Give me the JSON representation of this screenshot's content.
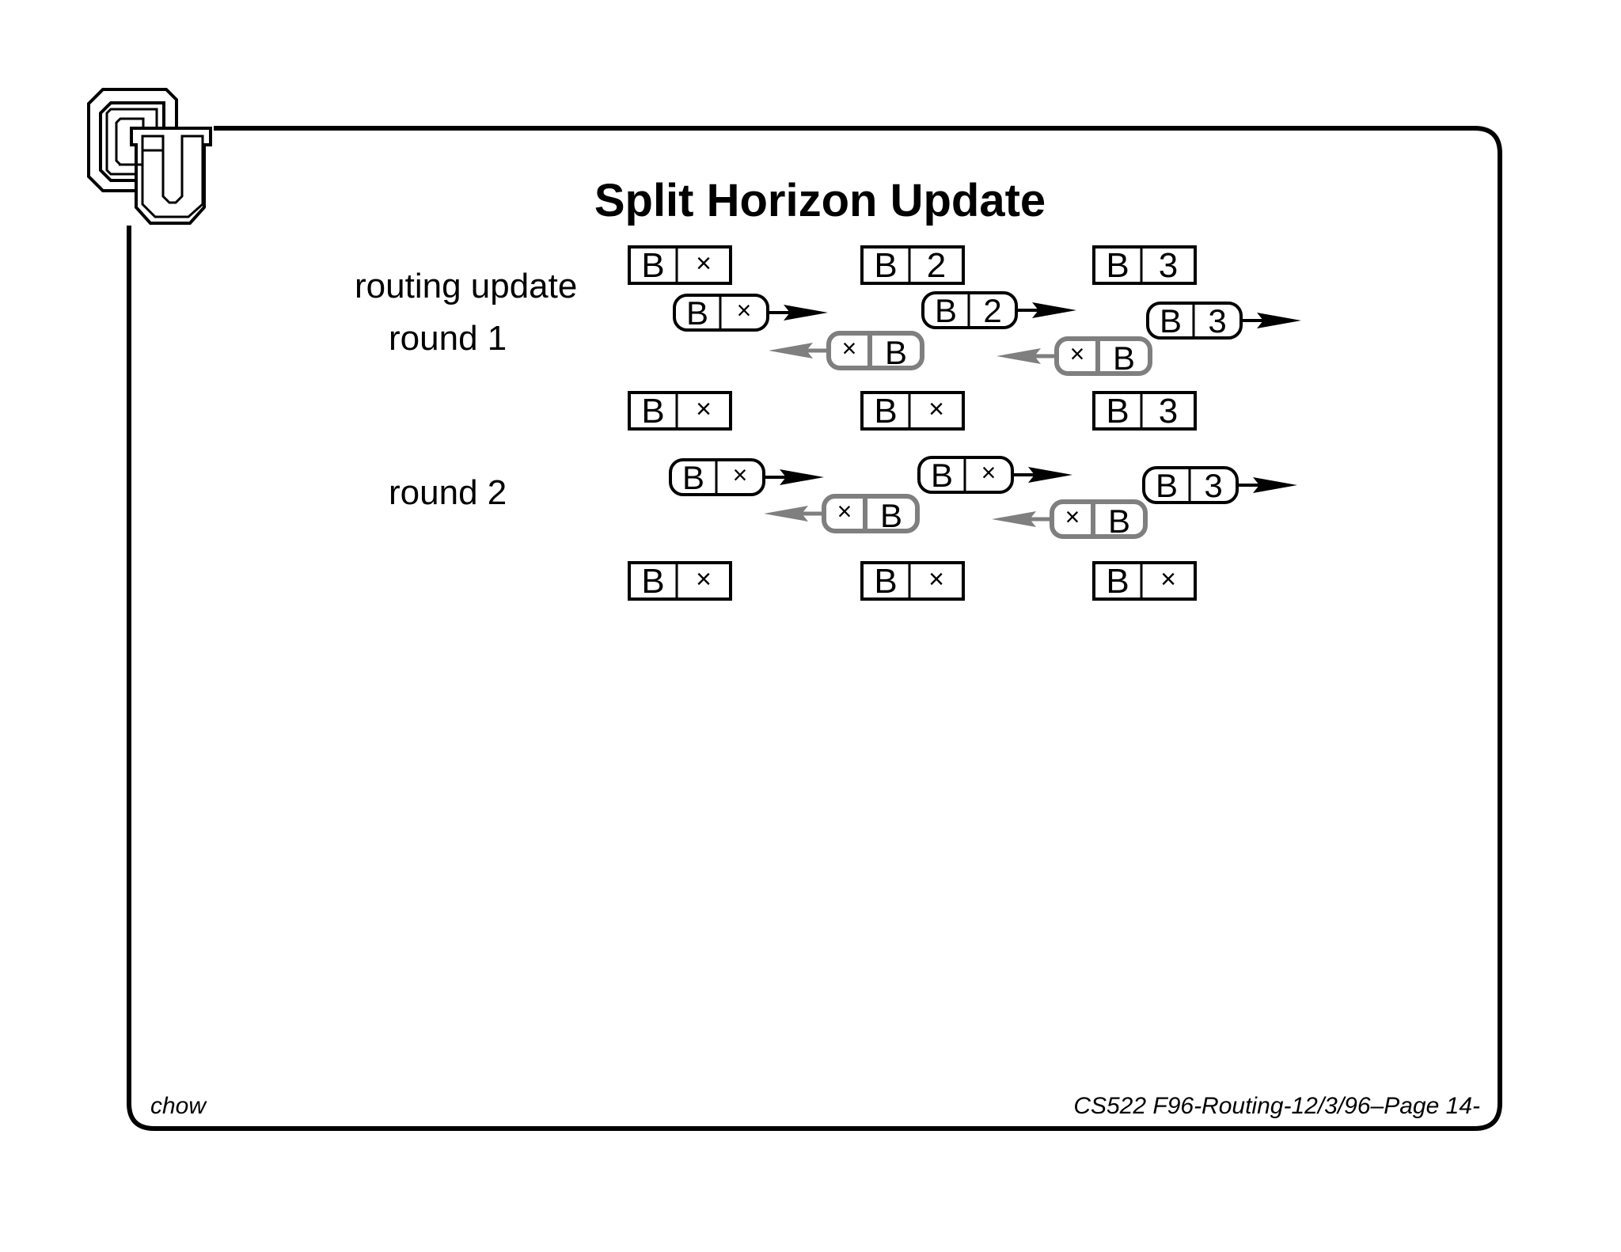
{
  "title": "Split Horizon Update",
  "labels": {
    "routing_update": "routing update",
    "round1": "round 1",
    "round2": "round 2"
  },
  "footer": {
    "author": "chow",
    "page": "CS522 F96-Routing-12/3/96–Page 14-"
  },
  "colors": {
    "ink": "#000000",
    "gray_message": "#7f7f7f",
    "background": "#ffffff"
  },
  "icons": {
    "logo": "cu-logo-icon"
  },
  "tables": {
    "row0": [
      {
        "dest": "B",
        "cost": "×"
      },
      {
        "dest": "B",
        "cost": "2"
      },
      {
        "dest": "B",
        "cost": "3"
      }
    ],
    "row1": [
      {
        "dest": "B",
        "cost": "×"
      },
      {
        "dest": "B",
        "cost": "×"
      },
      {
        "dest": "B",
        "cost": "3"
      }
    ],
    "row2": [
      {
        "dest": "B",
        "cost": "×"
      },
      {
        "dest": "B",
        "cost": "×"
      },
      {
        "dest": "B",
        "cost": "×"
      }
    ]
  },
  "messages": {
    "round1": {
      "right": [
        {
          "dest": "B",
          "cost": "×"
        },
        {
          "dest": "B",
          "cost": "2"
        },
        {
          "dest": "B",
          "cost": "3"
        }
      ],
      "left": [
        {
          "cost": "×",
          "dest": "B"
        },
        {
          "cost": "×",
          "dest": "B"
        }
      ]
    },
    "round2": {
      "right": [
        {
          "dest": "B",
          "cost": "×"
        },
        {
          "dest": "B",
          "cost": "×"
        },
        {
          "dest": "B",
          "cost": "3"
        }
      ],
      "left": [
        {
          "cost": "×",
          "dest": "B"
        },
        {
          "cost": "×",
          "dest": "B"
        }
      ]
    }
  }
}
